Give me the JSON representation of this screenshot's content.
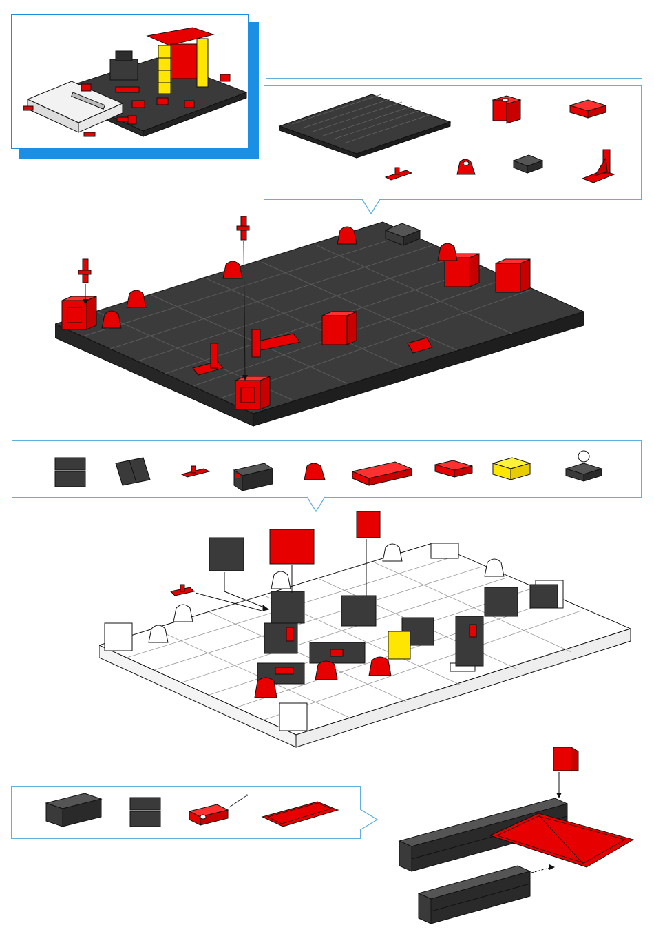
{
  "page": {
    "background": "#ffffff",
    "accent_color": "#1a8fe3",
    "box_border_color": "#5fb0e0"
  },
  "colors": {
    "red": "#e60000",
    "dark_gray": "#3a3a3a",
    "yellow": "#ffe600",
    "white": "#ffffff",
    "outline": "#111111"
  },
  "preview": {
    "name": "finished-model-preview",
    "icon": "model-thumbnail"
  },
  "step1": {
    "parts": [
      {
        "name": "baseplate-dark",
        "color": "dark_gray"
      },
      {
        "name": "building-block-red",
        "color": "red"
      },
      {
        "name": "flat-block-red",
        "color": "red"
      },
      {
        "name": "clip-plate-red",
        "color": "red"
      },
      {
        "name": "hinge-block-red",
        "color": "red"
      },
      {
        "name": "building-block-dark",
        "color": "dark_gray"
      },
      {
        "name": "angle-bracket-red",
        "color": "red"
      }
    ]
  },
  "step2": {
    "parts": [
      {
        "name": "double-block-dark",
        "color": "dark_gray"
      },
      {
        "name": "rail-block-dark",
        "color": "dark_gray"
      },
      {
        "name": "clip-plate-red",
        "color": "red"
      },
      {
        "name": "switch-dark",
        "color": "dark_gray"
      },
      {
        "name": "hinge-block-red",
        "color": "red"
      },
      {
        "name": "long-plate-red",
        "color": "red"
      },
      {
        "name": "flat-block-red",
        "color": "red"
      },
      {
        "name": "cross-block-yellow",
        "color": "yellow"
      },
      {
        "name": "lamp-holder-dark",
        "color": "dark_gray"
      }
    ]
  },
  "step3": {
    "parts": [
      {
        "name": "long-rail-dark",
        "color": "dark_gray"
      },
      {
        "name": "double-block-dark",
        "color": "dark_gray"
      },
      {
        "name": "slot-block-red",
        "color": "red"
      },
      {
        "name": "flat-panel-red",
        "color": "red"
      }
    ],
    "annotation": "°"
  }
}
